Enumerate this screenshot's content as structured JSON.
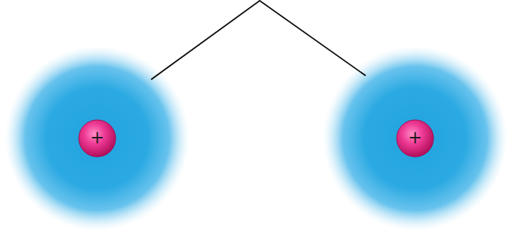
{
  "diagram": {
    "nodes": [
      {
        "text": [
          "+"
        ]
      },
      {
        "text": [
          "+"
        ]
      }
    ],
    "edges": [
      {
        "from": 0,
        "to": 1,
        "arrow": "none"
      }
    ]
  }
}
